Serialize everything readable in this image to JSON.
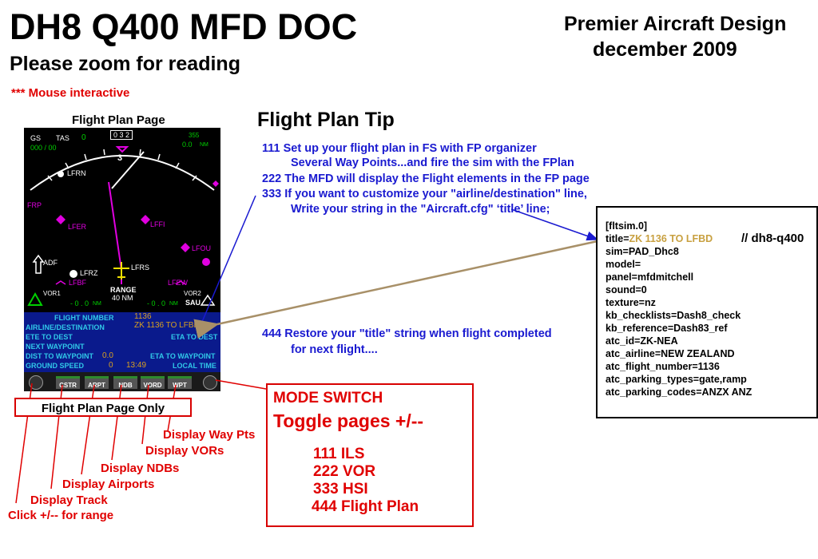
{
  "header": {
    "title": "DH8 Q400 MFD DOC",
    "subtitle": "Please zoom for reading",
    "mouse_note": "*** Mouse interactive",
    "brand_line1": "Premier Aircraft Design",
    "brand_line2": "december 2009"
  },
  "mfd": {
    "label": "Flight Plan Page",
    "top": {
      "gs_label": "GS",
      "tas_label": "TAS",
      "gs_tas_value": "000 / 00",
      "tas_zero": "0",
      "heading": "0 3 2",
      "heading_mark": "3",
      "right_top": "355",
      "right_val": "0.0",
      "right_unit": "NM"
    },
    "waypoints": [
      "LFRN",
      "LFER",
      "LFFI",
      "LFOU",
      "LFRZ",
      "LFRS",
      "LFBF",
      "LFEW"
    ],
    "left_markers": {
      "frp": "FRP",
      "adf": "ADF",
      "vor1": "VOR1",
      "vor1_dist": "- 0 . 0",
      "nm1": "NM"
    },
    "range": {
      "label": "RANGE",
      "value": "40 NM"
    },
    "right_markers": {
      "vor2": "VOR2",
      "vor2_dist": "- 0 . 0",
      "nm2": "NM",
      "sau": "SAU"
    },
    "info": {
      "flight_number_label": "FLIGHT NUMBER",
      "flight_number_value": "1136",
      "airline_label": "AIRLINE/DESTINATION",
      "airline_value": "ZK 1136 TO LFBD",
      "ete_label": "ETE TO DEST",
      "eta_label": "ETA TO DEST",
      "next_wp_label": "NEXT WAYPOINT",
      "dist_label": "DIST TO WAYPOINT",
      "dist_value": "0.0",
      "eta_wp_label": "ETA TO WAYPOINT",
      "gs_label": "GROUND SPEED",
      "gs_value": "0",
      "time_value": "13:49",
      "local_time_label": "LOCAL TIME"
    },
    "buttons": [
      "CSTR",
      "ARPT",
      "NDB",
      "VORD",
      "WPT"
    ]
  },
  "callouts": {
    "page_only": "Flight Plan Page Only",
    "way_pts": "Display Way Pts",
    "vors": "Display VORs",
    "ndbs": "Display NDBs",
    "airports": "Display Airports",
    "track": "Display Track",
    "range": "Click +/-- for range"
  },
  "tip": {
    "title": "Flight Plan Tip",
    "lines": [
      "111  Set up your flight plan in FS with FP organizer",
      "Several Way Points...and fire the sim with the FPlan",
      "222  The MFD will display the Flight elements in the FP page",
      "333  If you want to customize your \"airline/destination\" line,",
      "Write your string in the \"Aircraft.cfg\" ‘title’ line;",
      "444  Restore your \"title\" string when flight completed",
      "for next flight...."
    ]
  },
  "mode": {
    "title": "MODE SWITCH",
    "subtitle": "Toggle pages +/--",
    "items": [
      "111 ILS",
      "222 VOR",
      "333 HSI",
      "444 Flight Plan"
    ]
  },
  "cfg": {
    "comment": "//  dh8-q400",
    "title_key": "title=",
    "title_value": "ZK 1136 TO LFBD",
    "lines": [
      "[fltsim.0]",
      "sim=PAD_Dhc8",
      "model=",
      "panel=mfdmitchell",
      "sound=0",
      "texture=nz",
      "kb_checklists=Dash8_check",
      "kb_reference=Dash83_ref",
      "atc_id=ZK-NEA",
      "atc_airline=NEW ZEALAND",
      "atc_flight_number=1136",
      "atc_parking_types=gate,ramp",
      "atc_parking_codes=ANZX ANZ"
    ]
  },
  "colors": {
    "accent_red": "#e00000",
    "tip_blue": "#1a1ad0",
    "info_blue": "#0a1a8c",
    "magenta": "#e000e0",
    "amber": "#d8a020",
    "green": "#00d000",
    "cyan": "#30c8e8"
  }
}
